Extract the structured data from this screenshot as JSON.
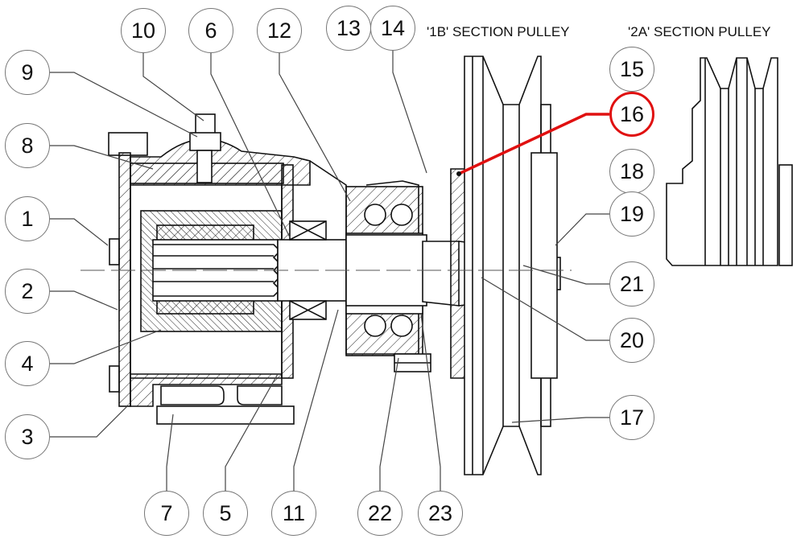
{
  "titles": {
    "pulley_1b": "'1B' SECTION PULLEY",
    "pulley_2a": "'2A' SECTION PULLEY"
  },
  "highlight": {
    "part": "16",
    "color": "#e01010"
  },
  "callouts": {
    "p1": "1",
    "p2": "2",
    "p3": "3",
    "p4": "4",
    "p5": "5",
    "p6": "6",
    "p7": "7",
    "p8": "8",
    "p9": "9",
    "p10": "10",
    "p11": "11",
    "p12": "12",
    "p13": "13",
    "p14": "14",
    "p15": "15",
    "p16": "16",
    "p17": "17",
    "p18": "18",
    "p19": "19",
    "p20": "20",
    "p21": "21",
    "p22": "22",
    "p23": "23"
  }
}
